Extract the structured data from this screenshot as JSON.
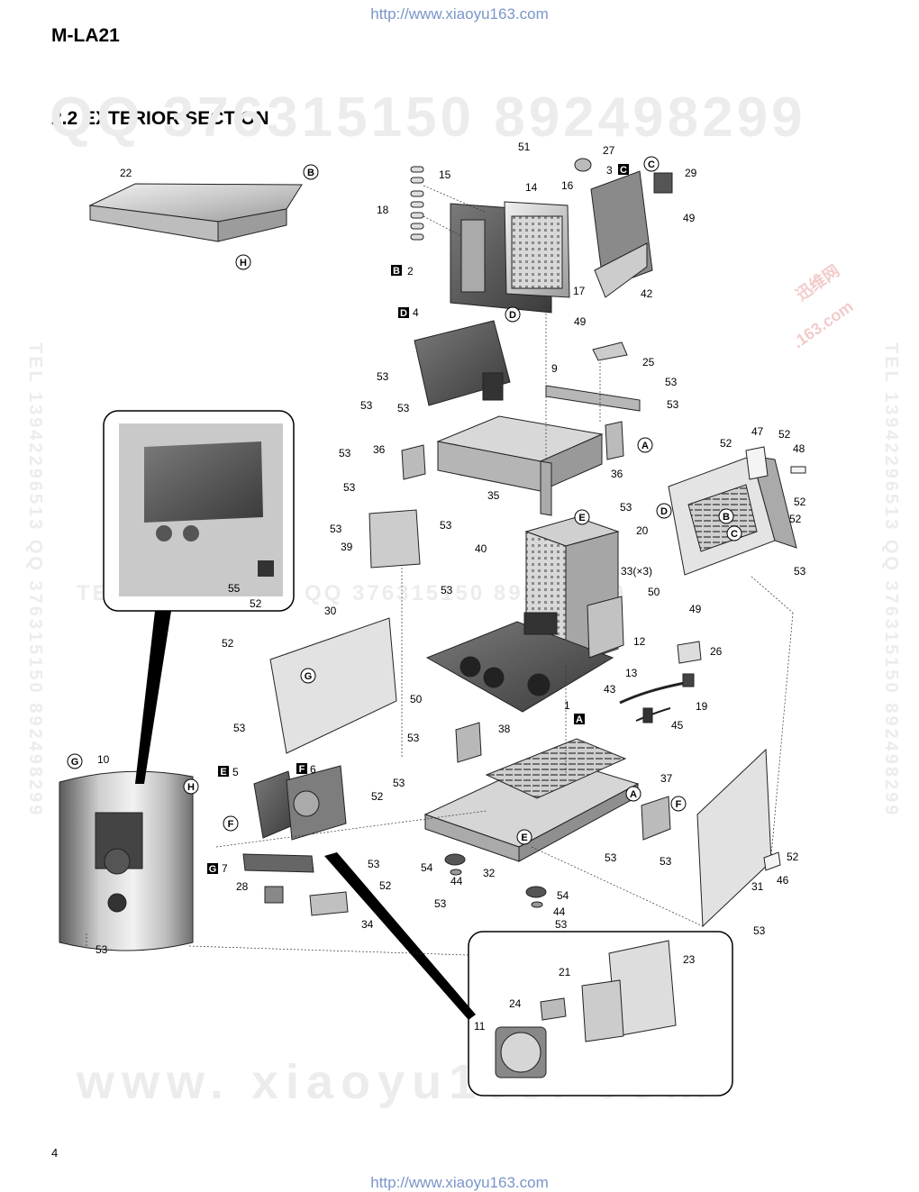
{
  "header": {
    "url_top": "http://www.xiaoyu163.com",
    "model": "M-LA21",
    "section_title": "2.2 EXTERIOR SECTION"
  },
  "watermarks": {
    "top": "QQ 376315150   892498299",
    "middle": "TEL  13942296513      QQ  376315150   892498299",
    "bottom": "www. xiaoyu163. com",
    "side_left": "TEL  13942296513  QQ  376315150  892498299",
    "side_right": "TEL  13942296513  QQ  376315150  892498299",
    "site_a": "迅维网",
    "site_b": ".163.com"
  },
  "footer": {
    "page_number": "4",
    "url_bottom": "http://www.xiaoyu163.com"
  },
  "callouts": [
    "1",
    "2",
    "3",
    "4",
    "5",
    "6",
    "7",
    "9",
    "10",
    "11",
    "12",
    "13",
    "14",
    "15",
    "16",
    "17",
    "18",
    "19",
    "20",
    "21",
    "22",
    "23",
    "24",
    "25",
    "26",
    "27",
    "28",
    "29",
    "30",
    "31",
    "32",
    "33(×3)",
    "34",
    "35",
    "36",
    "37",
    "38",
    "39",
    "40",
    "42",
    "43",
    "44",
    "45",
    "46",
    "47",
    "48",
    "49",
    "50",
    "51",
    "52",
    "53",
    "54",
    "55"
  ],
  "circle_refs": [
    "A",
    "B",
    "C",
    "D",
    "E",
    "F",
    "G",
    "H"
  ],
  "box_refs": [
    "A",
    "B",
    "C",
    "D",
    "E",
    "F",
    "G"
  ]
}
